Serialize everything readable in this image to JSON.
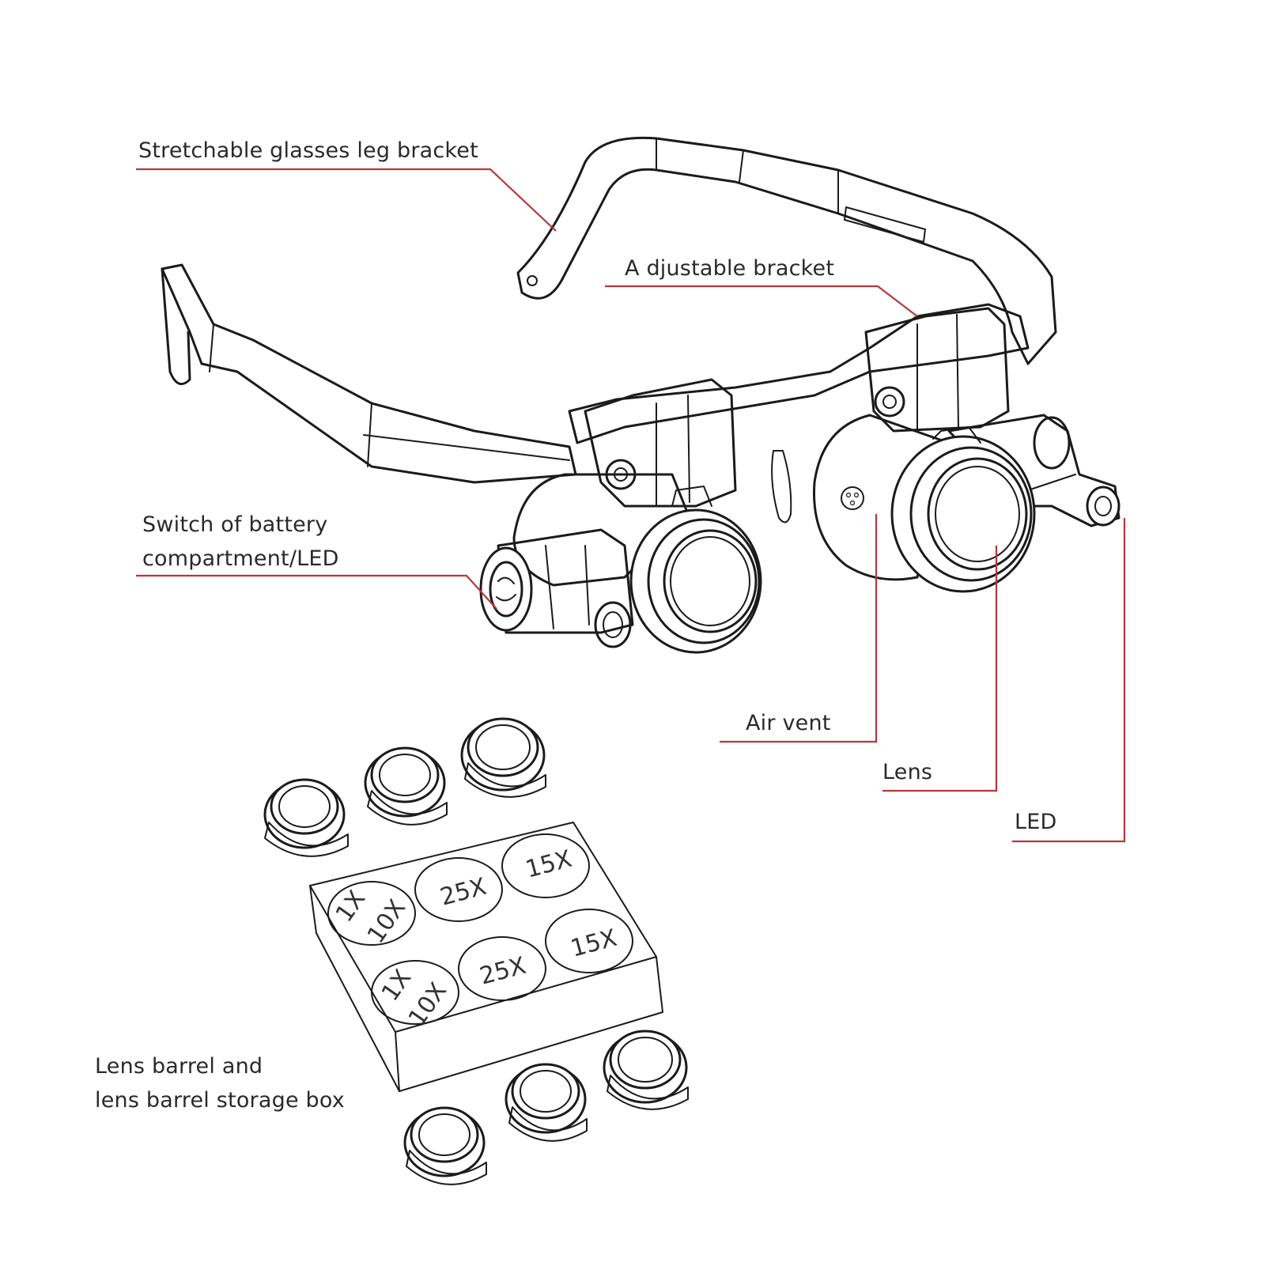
{
  "labels": {
    "leg_bracket": "Stretchable glasses leg bracket",
    "adjustable_bracket": "A djustable bracket",
    "switch_line1": "Switch of battery",
    "switch_line2": "compartment/LED",
    "air_vent": "Air vent",
    "lens": "Lens",
    "led": "LED",
    "barrel_line1": "Lens barrel and",
    "barrel_line2": "lens barrel storage box"
  },
  "tray_slots": [
    "1X",
    "10X",
    "25X",
    "15X",
    "1X",
    "10X",
    "25X",
    "15X"
  ],
  "colors": {
    "leader": "#b7383c",
    "ink": "#1b1b1b",
    "text": "#2a2a2a",
    "background": "#ffffff"
  }
}
